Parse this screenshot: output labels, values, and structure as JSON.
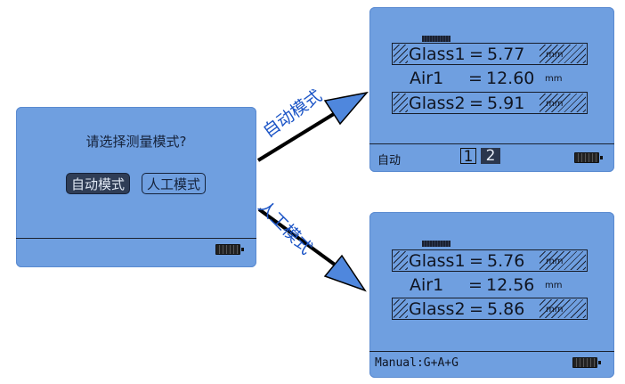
{
  "select_screen": {
    "prompt": "请选择测量模式?",
    "auto_mode_button": "自动模式",
    "manual_mode_button": "人工模式",
    "auto_selected": true
  },
  "auto_screen": {
    "rows": [
      {
        "label": "Glass1",
        "eq": "=",
        "value": "5.77",
        "unit": "mm",
        "boxed": true
      },
      {
        "label": "Air1",
        "eq": "=",
        "value": "12.60",
        "unit": "mm",
        "boxed": false
      },
      {
        "label": "Glass2",
        "eq": "=",
        "value": "5.91",
        "unit": "mm",
        "boxed": true
      }
    ],
    "status_text": "自动",
    "pages": [
      "1",
      "2"
    ],
    "active_page": "2"
  },
  "manual_screen": {
    "rows": [
      {
        "label": "Glass1",
        "eq": "=",
        "value": "5.76",
        "unit": "mm",
        "boxed": true
      },
      {
        "label": "Air1",
        "eq": "=",
        "value": "12.56",
        "unit": "mm",
        "boxed": false
      },
      {
        "label": "Glass2",
        "eq": "=",
        "value": "5.86",
        "unit": "mm",
        "boxed": true
      }
    ],
    "status_text": "Manual:G+A+G"
  },
  "annotations": {
    "auto_label": "自动模式",
    "manual_label": "人工模式"
  },
  "colors": {
    "screen_bg": "#6f9fe0",
    "annotation_text": "#1b54c6",
    "arrow_head": "#4f87dd",
    "selected_button": "#2f3d56"
  },
  "icons": [
    "battery-icon",
    "arrow-icon"
  ]
}
